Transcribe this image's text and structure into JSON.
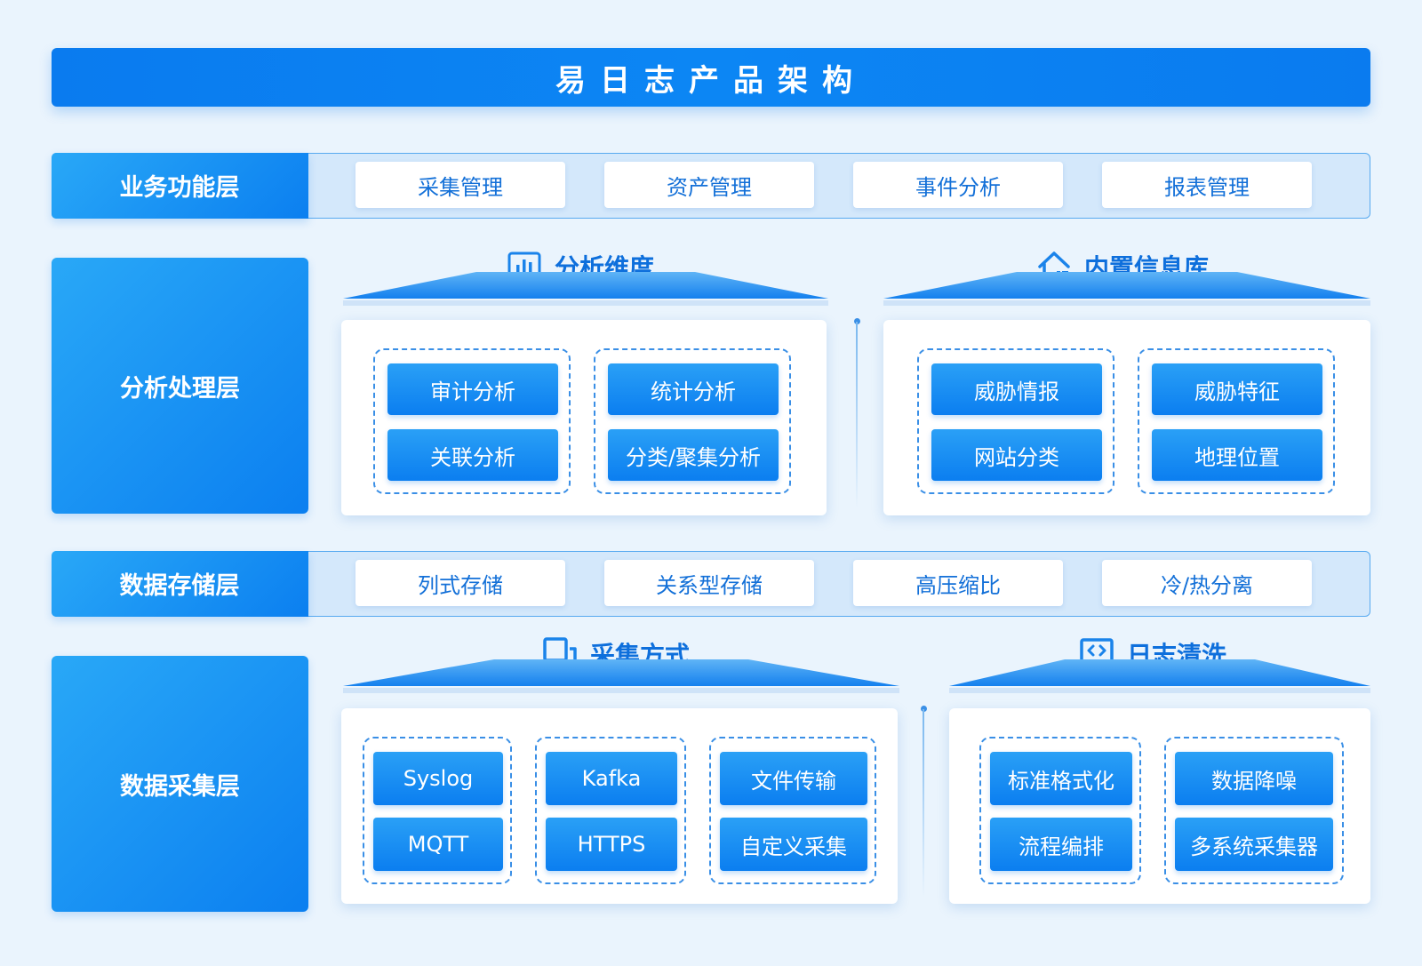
{
  "title": "易日志产品架构",
  "layers": {
    "business": {
      "label": "业务功能层",
      "items": [
        "采集管理",
        "资产管理",
        "事件分析",
        "报表管理"
      ]
    },
    "analysis": {
      "label": "分析处理层",
      "left": {
        "heading": "分析维度",
        "icon": "bar-chart-icon",
        "groups": [
          [
            "审计分析",
            "关联分析"
          ],
          [
            "统计分析",
            "分类/聚集分析"
          ]
        ]
      },
      "right": {
        "heading": "内置信息库",
        "icon": "house-database-icon",
        "groups": [
          [
            "威胁情报",
            "网站分类"
          ],
          [
            "威胁特征",
            "地理位置"
          ]
        ]
      }
    },
    "storage": {
      "label": "数据存储层",
      "items": [
        "列式存储",
        "关系型存储",
        "高压缩比",
        "冷/热分离"
      ]
    },
    "collection": {
      "label": "数据采集层",
      "left": {
        "heading": "采集方式",
        "icon": "copy-window-icon",
        "groups": [
          [
            "Syslog",
            "MQTT"
          ],
          [
            "Kafka",
            "HTTPS"
          ],
          [
            "文件传输",
            "自定义采集"
          ]
        ]
      },
      "right": {
        "heading": "日志清洗",
        "icon": "monitor-code-icon",
        "groups": [
          [
            "标准格式化",
            "流程编排"
          ],
          [
            "数据降噪",
            "多系统采集器"
          ]
        ]
      }
    }
  },
  "colors": {
    "primary": "#0b7ff0",
    "light": "#29a8f7",
    "background": "#eaf4fd",
    "band": "#d4e8fb",
    "text_blue": "#1370d8"
  }
}
